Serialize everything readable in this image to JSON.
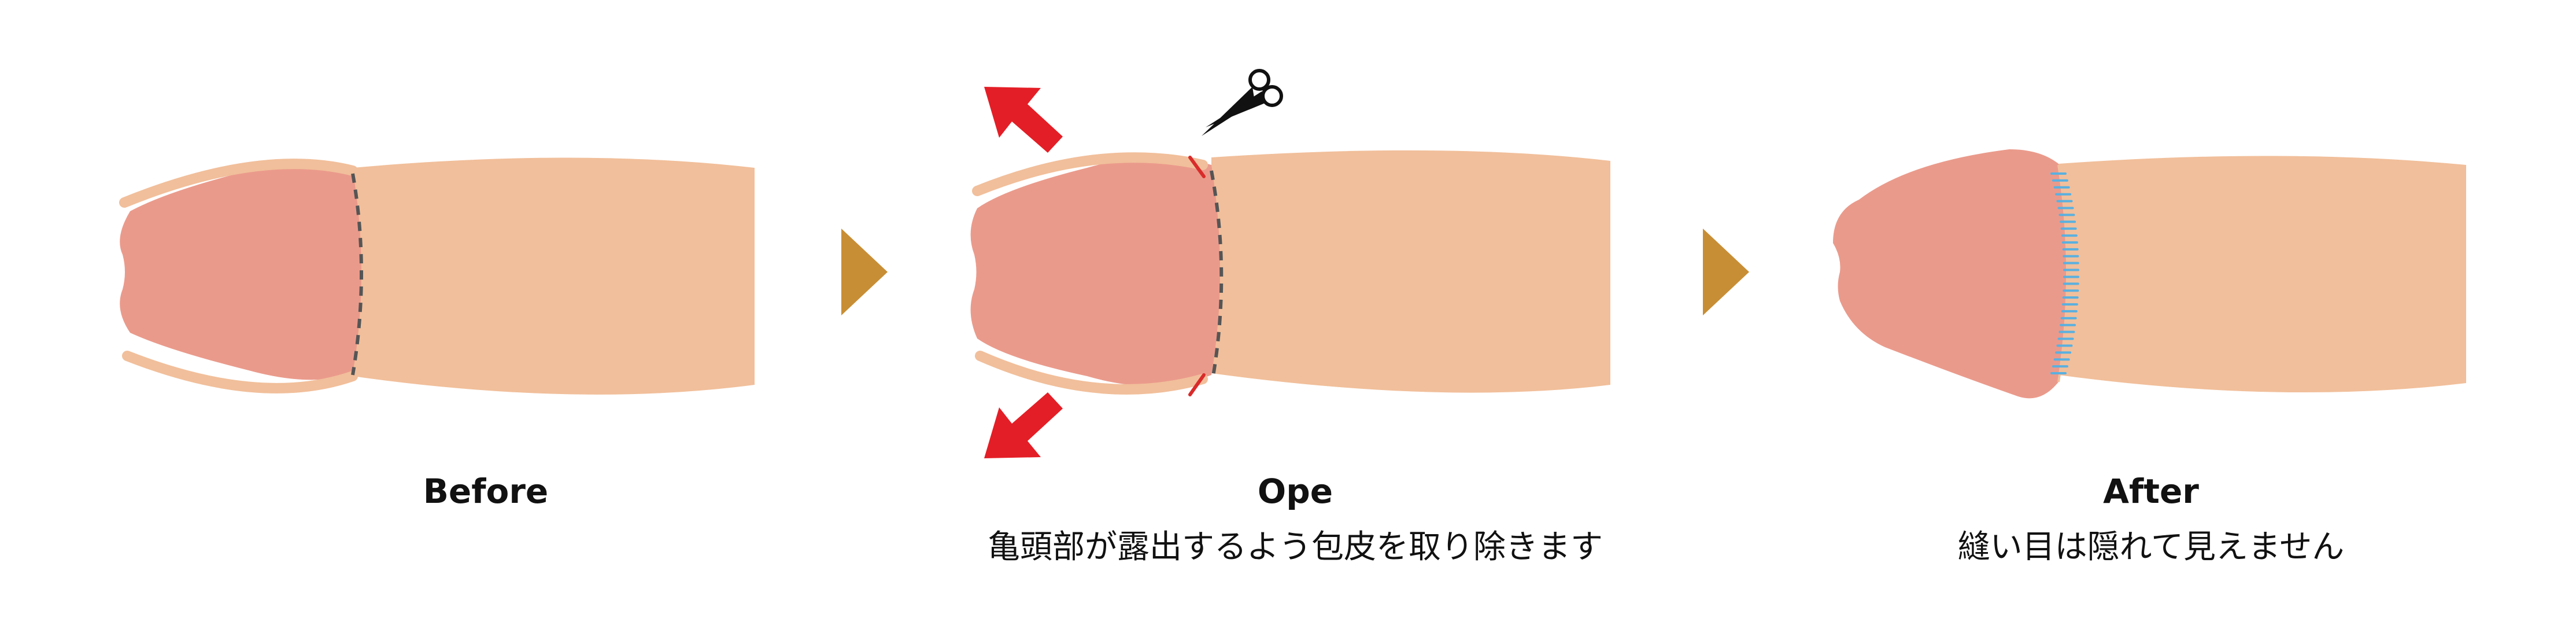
{
  "colors": {
    "skin": "#F1BF9B",
    "glans": "#EA9A8B",
    "arrow_red": "#E41E26",
    "triangle_gold": "#C88E35",
    "dash_gray": "#555555",
    "stitch_blue": "#5AB0E0",
    "cut_red": "#D92B2B"
  },
  "icons": [
    "scissors-icon",
    "arrow-up-left-icon",
    "arrow-down-left-icon",
    "triangle-arrow-right-icon"
  ],
  "panels": [
    {
      "title": "Before",
      "subtitle": ""
    },
    {
      "title": "Ope",
      "subtitle": "亀頭部が露出するよう包皮を取り除きます"
    },
    {
      "title": "After",
      "subtitle": "縫い目は隠れて見えません"
    }
  ]
}
